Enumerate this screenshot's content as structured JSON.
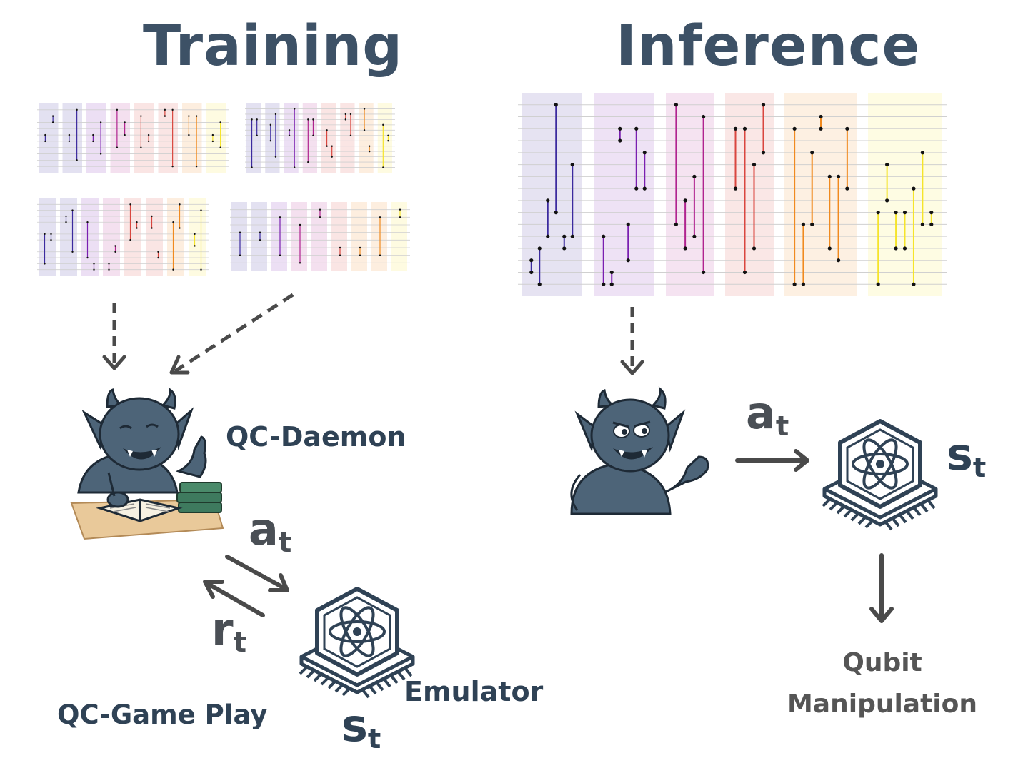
{
  "training": {
    "title": "Training",
    "daemon_label": "QC-Daemon",
    "game_play_label": "QC-Game Play",
    "emulator_label": "Emulator",
    "action_symbol": "a",
    "action_sub": "t",
    "reward_symbol": "r",
    "reward_sub": "t",
    "state_symbol": "s",
    "state_sub": "t"
  },
  "inference": {
    "title": "Inference",
    "action_symbol": "a",
    "action_sub": "t",
    "state_symbol": "s",
    "state_sub": "t",
    "output_label_line1": "Qubit",
    "output_label_line2": "Manipulation"
  },
  "colors": {
    "title": "#3d5166",
    "label": "#2f4255",
    "arrow": "#4a4a4a",
    "daemon_skin": "#4d6478",
    "chip_outline": "#2f4255",
    "band_palette": [
      "#3b2a9e",
      "#7a1fb0",
      "#b0238f",
      "#d9463f",
      "#f08a1f",
      "#f5e42a"
    ]
  },
  "icons": {
    "daemon_training": "studying-daemon-icon",
    "daemon_inference": "confident-daemon-icon",
    "chip_training": "quantum-chip-icon",
    "chip_inference": "quantum-chip-icon"
  }
}
